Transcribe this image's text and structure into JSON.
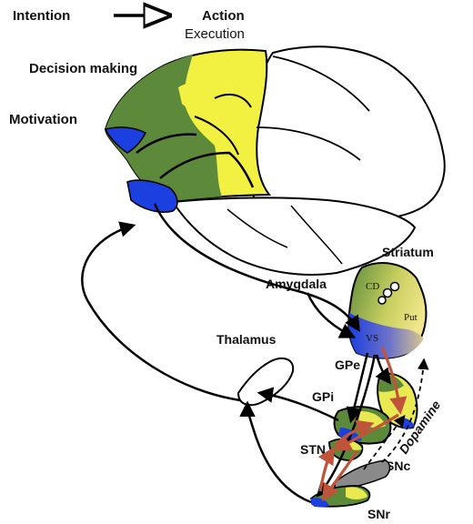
{
  "header": {
    "intention": "Intention",
    "action": "Action",
    "execution": "Execution"
  },
  "labels": {
    "decision_making": "Decision making",
    "motivation": "Motivation",
    "striatum": "Striatum",
    "amygdala": "Amygdala",
    "cd": "CD",
    "put": "Put",
    "vs": "VS",
    "thalamus": "Thalamus",
    "gpe": "GPe",
    "gpi": "GPi",
    "stn": "STN",
    "snc": "SNc",
    "snr": "SNr",
    "dopamine": "Dopamine"
  },
  "colors": {
    "motivation_region": "#1c3fe0",
    "decision_region": "#5c8a3a",
    "action_region": "#f2f040",
    "pathway_arrow": "#c0543a",
    "outline": "#000000"
  }
}
